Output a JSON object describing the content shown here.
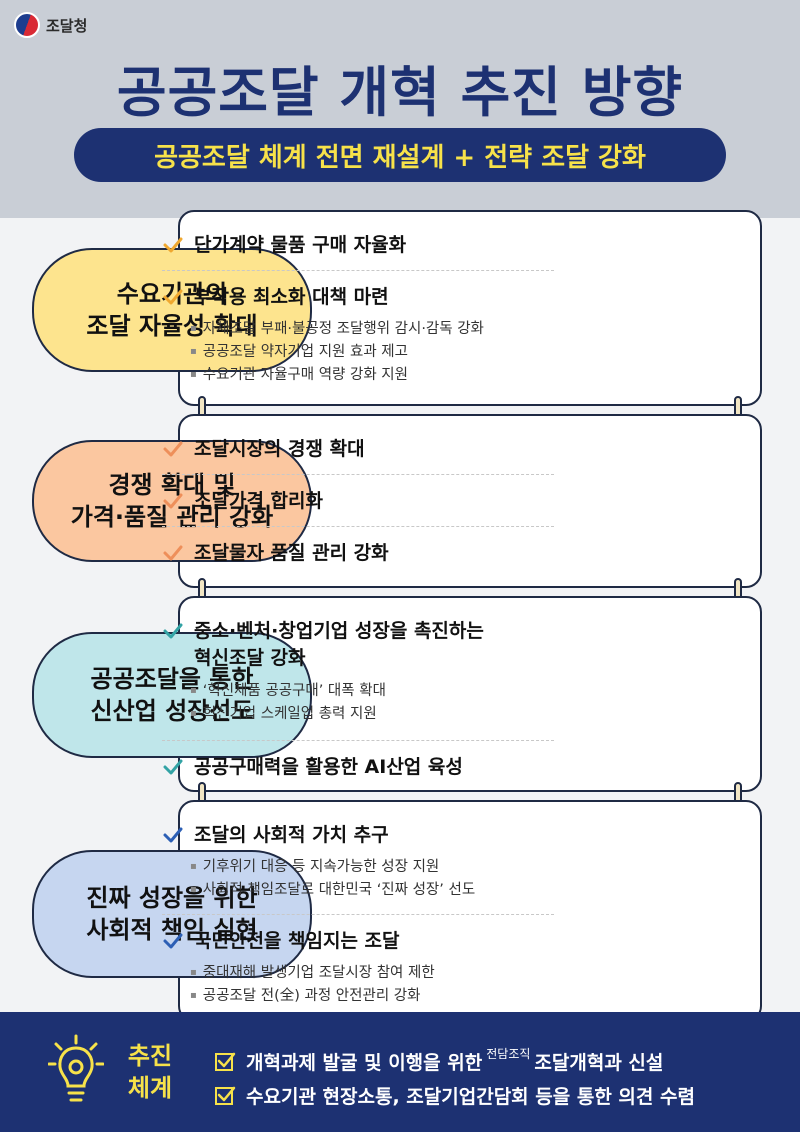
{
  "logo": {
    "text": "조달청"
  },
  "title": "공공조달 개혁 추진 방향",
  "subtitle": "공공조달 체계 전면 재설계 + 전략 조달 강화",
  "sections": [
    {
      "pill": [
        "수요기관의",
        "조달 자율성 확대"
      ],
      "pill_color": "#fde48e",
      "check_color": "#f0a830",
      "items": [
        {
          "text": "단가계약 물품 구매 자율화",
          "subs": []
        },
        {
          "text": "부작용 최소화 대책 마련",
          "subs": [
            "자체조달 부패·불공정 조달행위 감시·감독 강화",
            "공공조달 약자기업 지원 효과 제고",
            "수요기관 자율구매 역량 강화 지원"
          ]
        }
      ]
    },
    {
      "pill": [
        "경쟁 확대 및",
        "가격·품질 관리 강화"
      ],
      "pill_color": "#fbc7a0",
      "check_color": "#ee8f5a",
      "items": [
        {
          "text": "조달시장의 경쟁 확대",
          "subs": []
        },
        {
          "text": "조달가격 합리화",
          "subs": []
        },
        {
          "text": "조달물자 품질 관리 강화",
          "subs": []
        }
      ]
    },
    {
      "pill": [
        "공공조달을 통한",
        "신산업 성장선도"
      ],
      "pill_color": "#bfe6ea",
      "check_color": "#33a3a5",
      "items": [
        {
          "text": "중소·벤처·창업기업 성장을 촉진하는",
          "text2": "혁신조달 강화",
          "subs": [
            "‘혁신제품 공공구매’ 대폭 확대",
            "혁신기업 스케일업 총력 지원"
          ]
        },
        {
          "text": "공공구매력을 활용한 AI산업 육성",
          "subs": []
        }
      ]
    },
    {
      "pill": [
        "진짜 성장을 위한",
        "사회적 책임 실현"
      ],
      "pill_color": "#c6d6f0",
      "check_color": "#2c5fb5",
      "items": [
        {
          "text": "조달의 사회적 가치 추구",
          "subs": [
            "기후위기 대응 등 지속가능한 성장 지원",
            "사회적 책임조달로 대한민국 ‘진짜 성장’ 선도"
          ]
        },
        {
          "text": "국민안전을 책임지는 조달",
          "subs": [
            "중대재해 발생기업 조달시장 참여 제한",
            "공공조달 전(全) 과정 안전관리 강화"
          ]
        }
      ]
    }
  ],
  "footer": {
    "title": [
      "추진",
      "체계"
    ],
    "rows": [
      {
        "before": "개혁과제 발굴 및 이행을 위한",
        "sup": "전담조직",
        "after": "조달개혁과 신설"
      },
      {
        "before": "수요기관 현장소통, 조달기업간담회 등을 통한 의견 수렴",
        "sup": "",
        "after": ""
      }
    ]
  }
}
